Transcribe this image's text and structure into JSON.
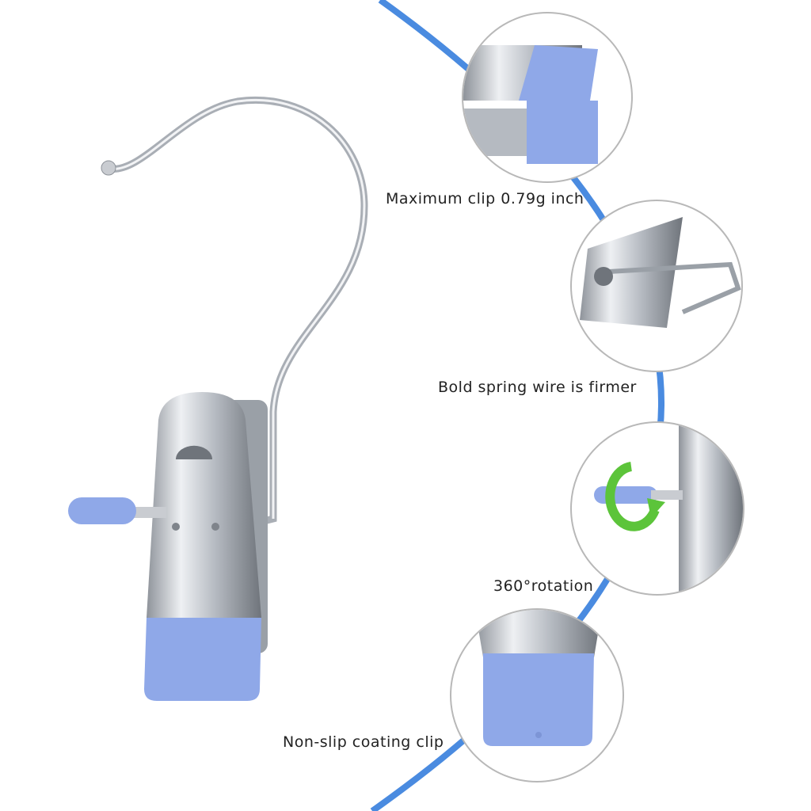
{
  "colors": {
    "accent_blue": "#4a8be0",
    "clip_blue": "#8fa8e8",
    "steel": "#c9ccd1"
  },
  "features": [
    {
      "label": "Maximum clip 0.79g inch",
      "icon": "clip-tip-closeup"
    },
    {
      "label": "Bold spring wire is firmer",
      "icon": "spring-closeup"
    },
    {
      "label": "360°rotation",
      "icon": "rotation-arrow-icon"
    },
    {
      "label": "Non-slip coating clip",
      "icon": "coated-clip-closeup"
    }
  ]
}
